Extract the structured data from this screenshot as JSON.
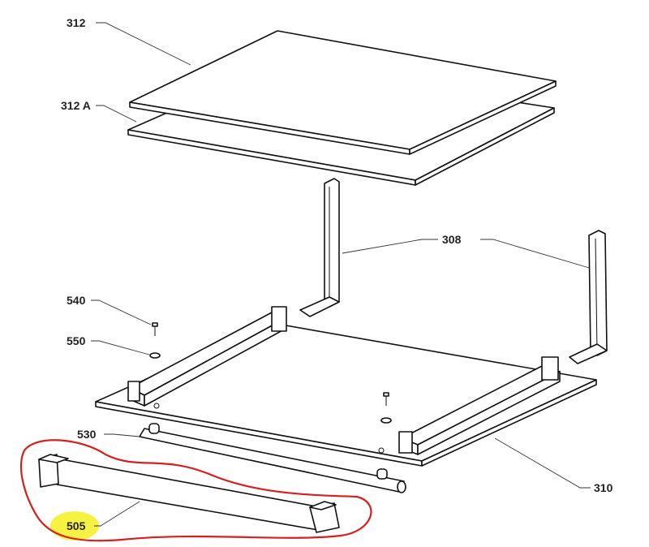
{
  "labels": {
    "glass_top": "312",
    "glass_inner": "312 A",
    "hinge": "308",
    "screw": "540",
    "washer": "550",
    "tube": "530",
    "base_plate": "310",
    "handle_bar": "505"
  },
  "colors": {
    "annotation_outline": "#d42020",
    "highlight": "#f5f020"
  }
}
